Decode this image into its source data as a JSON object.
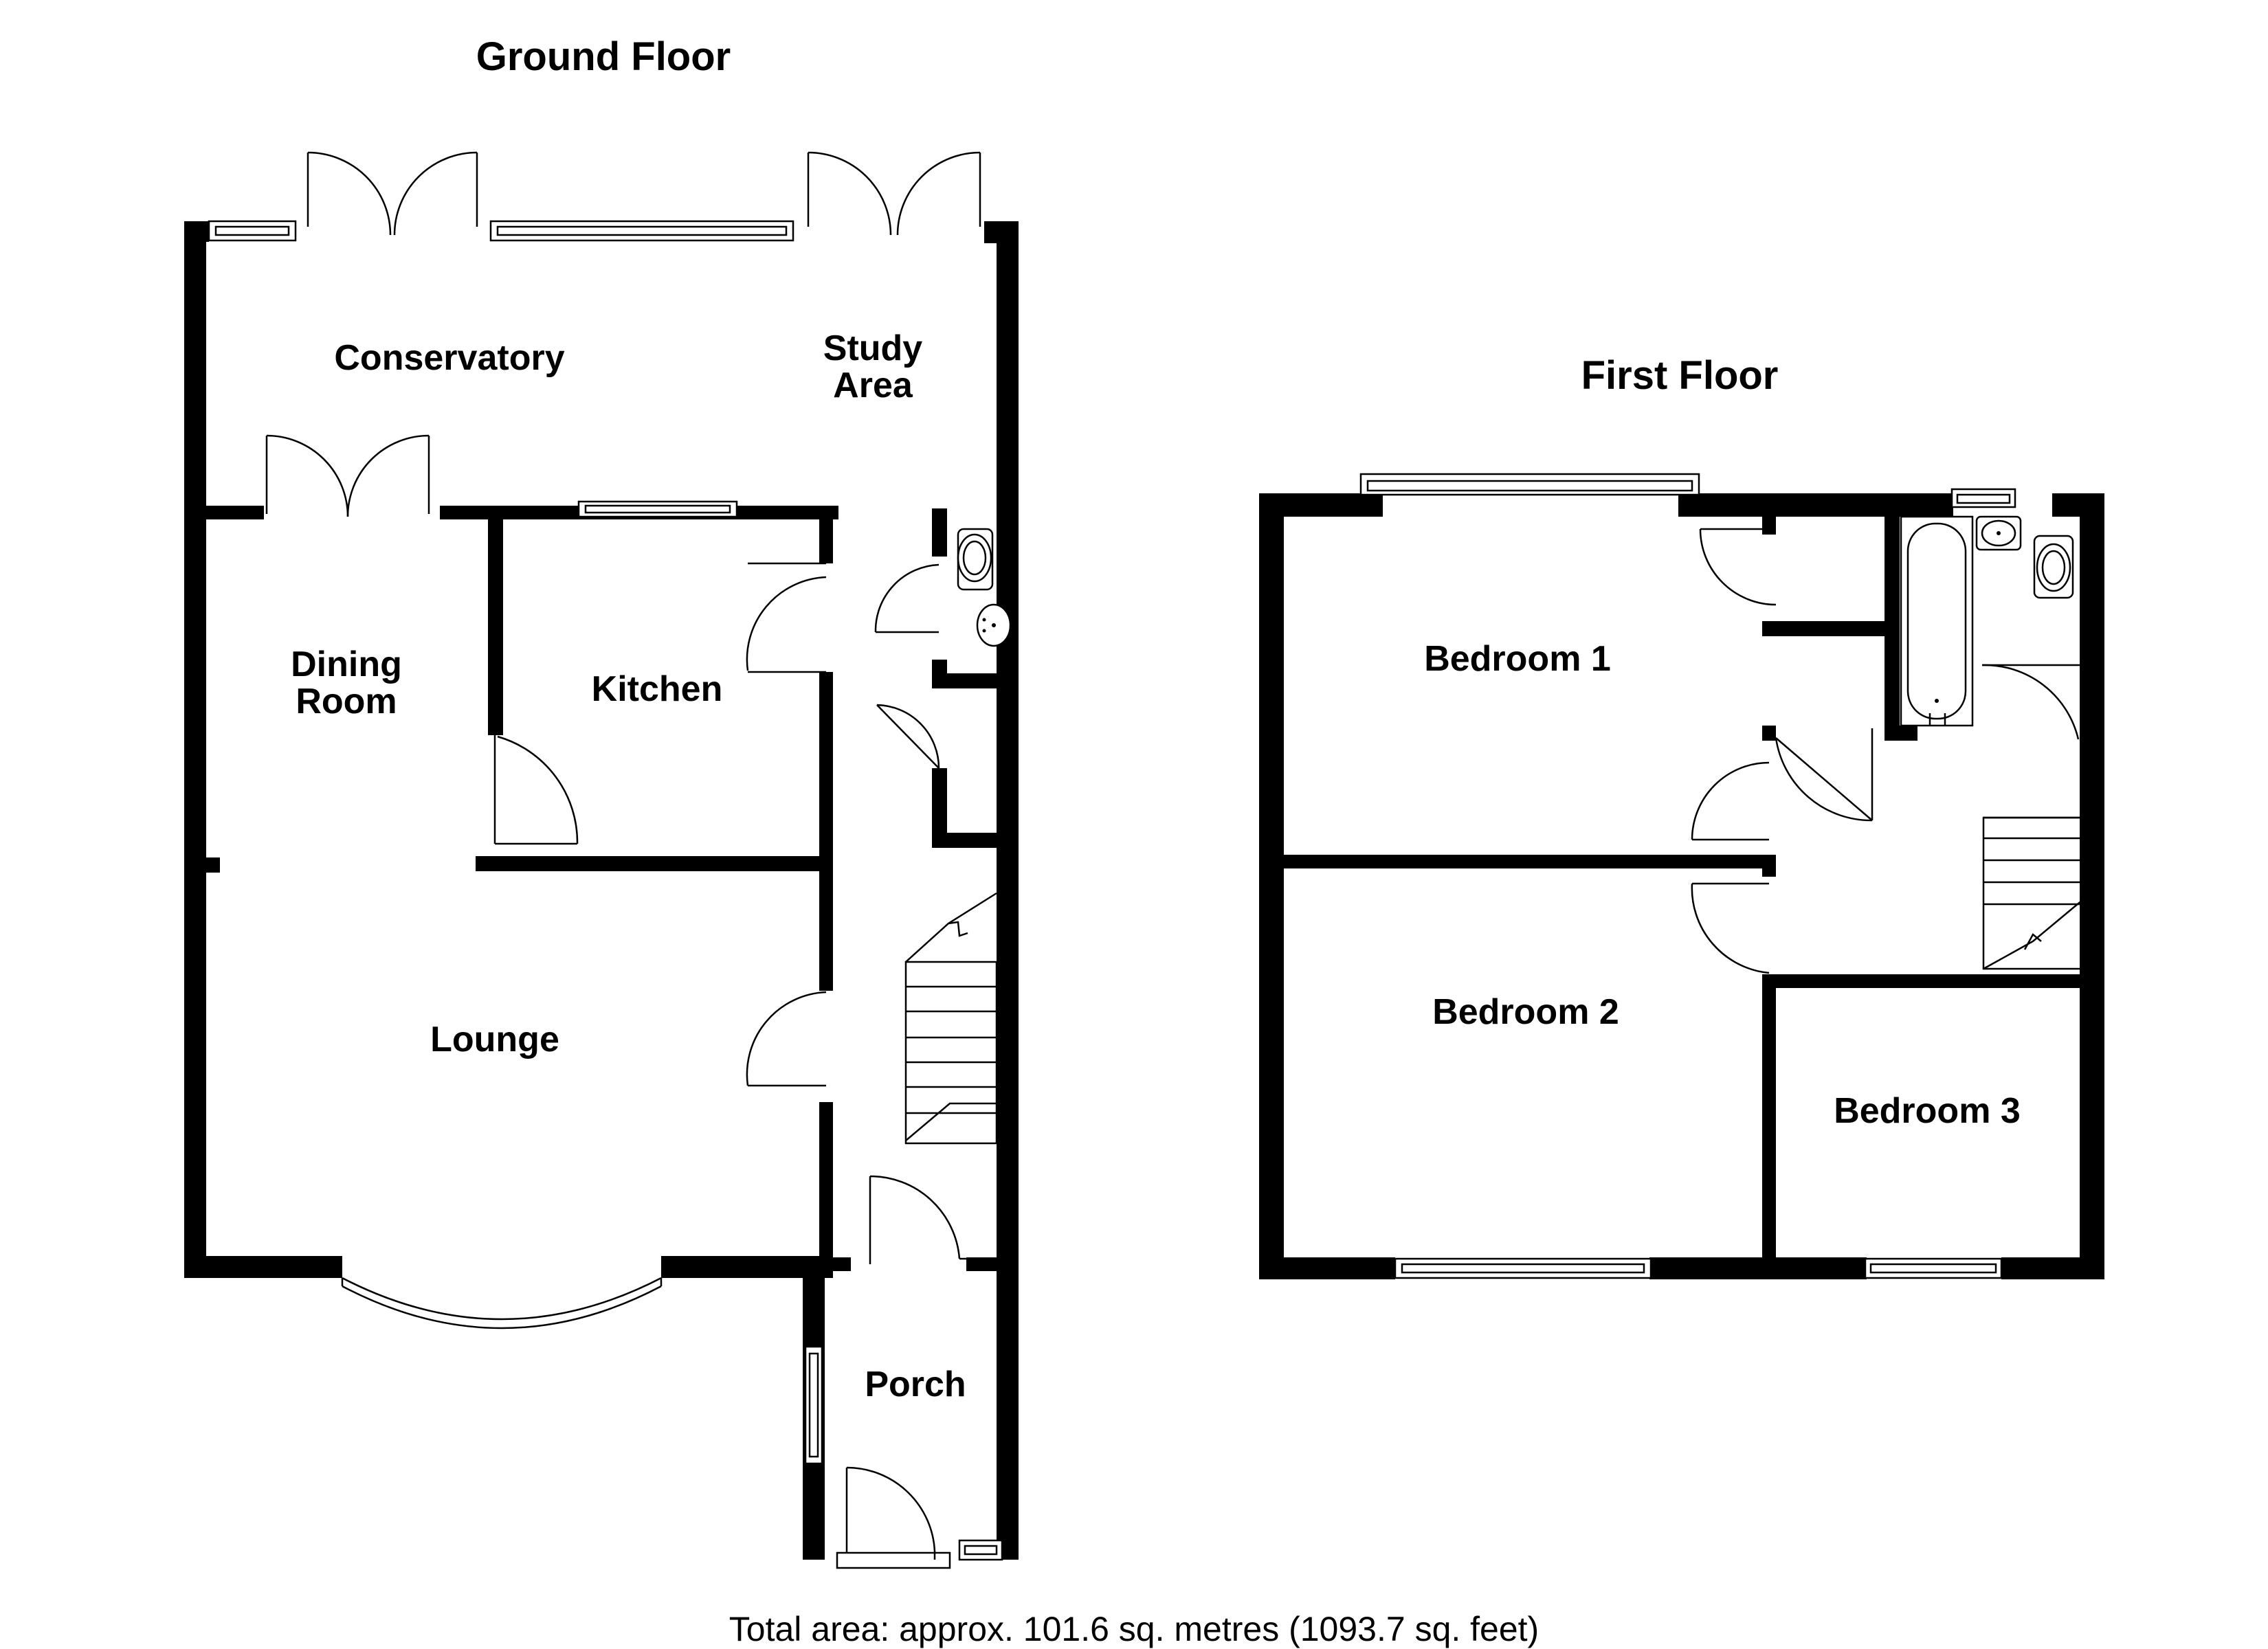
{
  "floors": {
    "ground": {
      "title": "Ground Floor",
      "rooms": {
        "conservatory": "Conservatory",
        "study_line1": "Study",
        "study_line2": "Area",
        "dining_line1": "Dining",
        "dining_line2": "Room",
        "kitchen": "Kitchen",
        "lounge": "Lounge",
        "porch": "Porch"
      }
    },
    "first": {
      "title": "First Floor",
      "rooms": {
        "bedroom1": "Bedroom 1",
        "bedroom2": "Bedroom 2",
        "bedroom3": "Bedroom 3"
      }
    }
  },
  "total_area": "Total area: approx. 101.6 sq. metres (1093.7 sq. feet)",
  "colors": {
    "wall": "#000000",
    "background": "#ffffff"
  }
}
